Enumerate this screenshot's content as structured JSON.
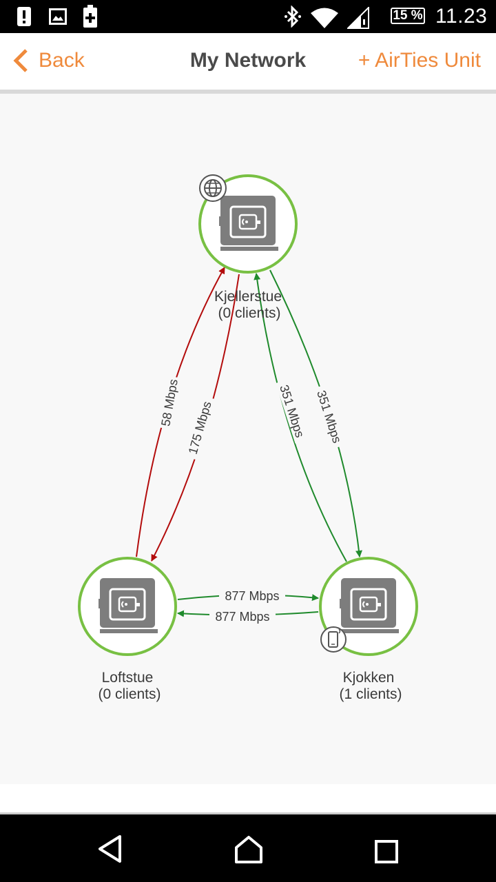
{
  "status_bar": {
    "battery_percent": "15 %",
    "time": "11.23",
    "icons": [
      "alert-icon",
      "image-icon",
      "battery-plus-icon",
      "bluetooth-icon",
      "wifi-icon",
      "signal-icon"
    ]
  },
  "header": {
    "back_label": "Back",
    "title": "My Network",
    "add_unit_label": "+ AirTies Unit"
  },
  "colors": {
    "accent": "#ef8a3c",
    "node_ring": "#78c043",
    "link_good": "#1f8a2c",
    "link_bad": "#b30c0c",
    "device_icon": "#7d7d7d"
  },
  "network": {
    "nodes": [
      {
        "name": "Kjellerstue",
        "clients": "(0 clients)",
        "badge": "globe-icon"
      },
      {
        "name": "Loftstue",
        "clients": "(0 clients)",
        "badge": ""
      },
      {
        "name": "Kjokken",
        "clients": "(1 clients)",
        "badge": "mobile-client-icon"
      }
    ],
    "links": [
      {
        "from": "Loftstue",
        "to": "Kjellerstue",
        "rate": "58 Mbps",
        "status": "bad"
      },
      {
        "from": "Kjellerstue",
        "to": "Loftstue",
        "rate": "175 Mbps",
        "status": "bad"
      },
      {
        "from": "Kjokken",
        "to": "Kjellerstue",
        "rate": "351 Mbps",
        "status": "good"
      },
      {
        "from": "Kjellerstue",
        "to": "Kjokken",
        "rate": "351 Mbps",
        "status": "good"
      },
      {
        "from": "Loftstue",
        "to": "Kjokken",
        "rate": "877 Mbps",
        "status": "good"
      },
      {
        "from": "Kjokken",
        "to": "Loftstue",
        "rate": "877 Mbps",
        "status": "good"
      }
    ]
  },
  "nav": {
    "buttons": [
      "back-nav-icon",
      "home-nav-icon",
      "recents-nav-icon"
    ]
  }
}
